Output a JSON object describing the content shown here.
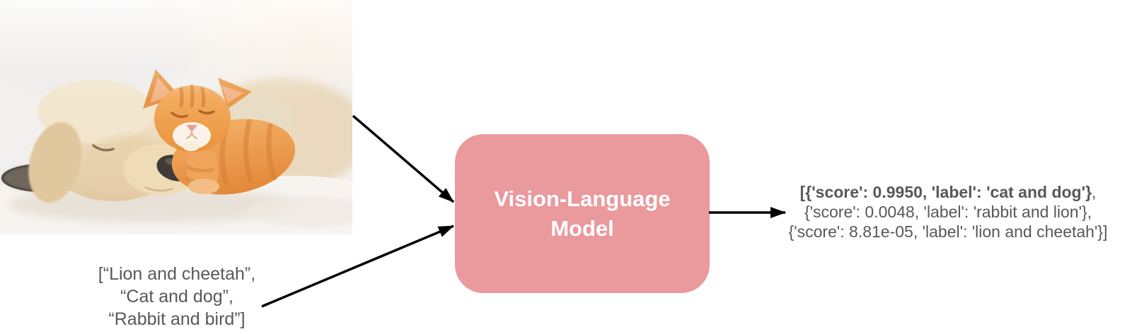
{
  "photo": {
    "description": "Sleeping cream puppy with an orange tabby kitten lying on its head, on a white blanket"
  },
  "input_labels": {
    "lines": [
      "[“Lion and cheetah”,",
      "“Cat and dog”,",
      "“Rabbit and bird”]"
    ]
  },
  "model_box": {
    "line1": "Vision-Language",
    "line2": "Model",
    "fill": "#EA999D",
    "text_color": "#FFFFFF"
  },
  "output": {
    "top_result_bold": "[{'score': 0.9950, 'label': 'cat and dog'}",
    "top_result_tail": ",",
    "line2": "{'score': 0.0048, 'label': 'rabbit and lion'},",
    "line3": "{'score': 8.81e-05, 'label': 'lion and cheetah'}]"
  },
  "colors": {
    "arrow": "#000000",
    "text_gray": "#58585A"
  }
}
